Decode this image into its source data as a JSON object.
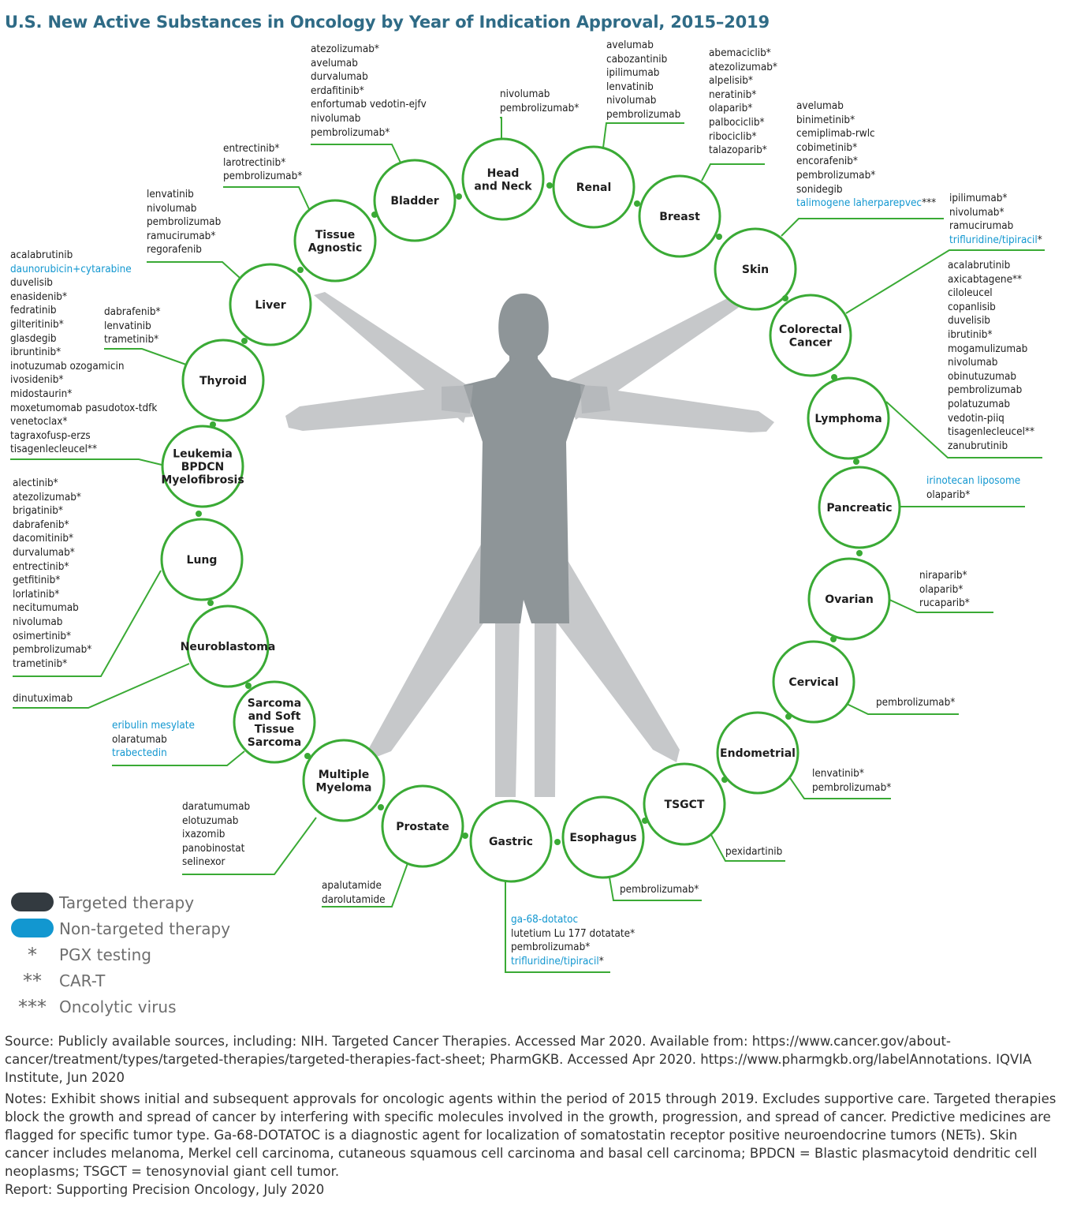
{
  "title": "U.S. New Active Substances in Oncology by Year of Indication Approval, 2015–2019",
  "colors": {
    "ring": "#3aaa35",
    "targeted": "#333a40",
    "non_targeted": "#1297d0",
    "title": "#2f6b86",
    "body_dark": "#8e9598",
    "body_light": "#c6c8ca"
  },
  "categories": [
    {
      "id": "liver",
      "name": "Liver",
      "drugs": [
        {
          "t": "lenvatinib"
        },
        {
          "t": "nivolumab"
        },
        {
          "t": "pembrolizumab"
        },
        {
          "t": "ramucirumab*"
        },
        {
          "t": "regorafenib"
        }
      ]
    },
    {
      "id": "tissue",
      "name": "Tissue\nAgnostic",
      "drugs": [
        {
          "t": "entrectinib*"
        },
        {
          "t": "larotrectinib*"
        },
        {
          "t": "pembrolizumab*"
        }
      ]
    },
    {
      "id": "bladder",
      "name": "Bladder",
      "drugs": [
        {
          "t": "atezolizumab*"
        },
        {
          "t": "avelumab"
        },
        {
          "t": "durvalumab"
        },
        {
          "t": "erdafitinib*"
        },
        {
          "t": "enfortumab vedotin-ejfv"
        },
        {
          "t": "nivolumab"
        },
        {
          "t": "pembrolizumab*"
        }
      ]
    },
    {
      "id": "headneck",
      "name": "Head\nand Neck",
      "drugs": [
        {
          "t": "nivolumab"
        },
        {
          "t": "pembrolizumab*"
        }
      ]
    },
    {
      "id": "renal",
      "name": "Renal",
      "drugs": [
        {
          "t": "avelumab"
        },
        {
          "t": "cabozantinib"
        },
        {
          "t": "ipilimumab"
        },
        {
          "t": "lenvatinib"
        },
        {
          "t": "nivolumab"
        },
        {
          "t": "pembrolizumab"
        }
      ]
    },
    {
      "id": "breast",
      "name": "Breast",
      "drugs": [
        {
          "t": "abemaciclib*"
        },
        {
          "t": "atezolizumab*"
        },
        {
          "t": "alpelisib*"
        },
        {
          "t": "neratinib*"
        },
        {
          "t": "olaparib*"
        },
        {
          "t": "palbociclib*"
        },
        {
          "t": "ribociclib*"
        },
        {
          "t": "talazoparib*"
        }
      ]
    },
    {
      "id": "skin",
      "name": "Skin",
      "drugs": [
        {
          "t": "avelumab"
        },
        {
          "t": "binimetinib*"
        },
        {
          "t": "cemiplimab-rwlc"
        },
        {
          "t": "cobimetinib*"
        },
        {
          "t": "encorafenib*"
        },
        {
          "t": "pembrolizumab*"
        },
        {
          "t": "sonidegib"
        },
        {
          "t": "talimogene laherparepvec",
          "nt": true,
          "suffix": "***"
        }
      ]
    },
    {
      "id": "colorectal",
      "name": "Colorectal\nCancer",
      "drugs": [
        {
          "t": "ipilimumab*"
        },
        {
          "t": "nivolumab*"
        },
        {
          "t": "ramucirumab"
        },
        {
          "t": "trifluridine/tipiracil",
          "nt": true,
          "suffix": "*"
        }
      ]
    },
    {
      "id": "lymphoma",
      "name": "Lymphoma",
      "drugs": [
        {
          "t": "acalabrutinib"
        },
        {
          "t": "axicabtagene**"
        },
        {
          "t": "ciloleucel"
        },
        {
          "t": "copanlisib"
        },
        {
          "t": "duvelisib"
        },
        {
          "t": "ibrutinib*"
        },
        {
          "t": "mogamulizumab"
        },
        {
          "t": "nivolumab"
        },
        {
          "t": "obinutuzumab"
        },
        {
          "t": "pembrolizumab"
        },
        {
          "t": "polatuzumab"
        },
        {
          "t": "vedotin-piiq"
        },
        {
          "t": "tisagenlecleucel**"
        },
        {
          "t": "zanubrutinib"
        }
      ]
    },
    {
      "id": "pancreatic",
      "name": "Pancreatic",
      "drugs": [
        {
          "t": "irinotecan liposome",
          "nt": true
        },
        {
          "t": "olaparib*"
        }
      ]
    },
    {
      "id": "ovarian",
      "name": "Ovarian",
      "drugs": [
        {
          "t": "niraparib*"
        },
        {
          "t": "olaparib*"
        },
        {
          "t": "rucaparib*"
        }
      ]
    },
    {
      "id": "cervical",
      "name": "Cervical",
      "drugs": [
        {
          "t": "pembrolizumab*"
        }
      ]
    },
    {
      "id": "endometrial",
      "name": "Endometrial",
      "drugs": [
        {
          "t": "lenvatinib*"
        },
        {
          "t": "pembrolizumab*"
        }
      ]
    },
    {
      "id": "tsgct",
      "name": "TSGCT",
      "drugs": [
        {
          "t": "pexidartinib"
        }
      ]
    },
    {
      "id": "esophagus",
      "name": "Esophagus",
      "drugs": [
        {
          "t": "pembrolizumab*"
        }
      ]
    },
    {
      "id": "gastric",
      "name": "Gastric",
      "drugs": [
        {
          "t": "ga-68-dotatoc",
          "nt": true
        },
        {
          "t": "lutetium Lu 177 dotatate*"
        },
        {
          "t": "pembrolizumab*"
        },
        {
          "t": "trifluridine/tipiracil",
          "nt": true,
          "suffix": "*"
        }
      ]
    },
    {
      "id": "prostate",
      "name": "Prostate",
      "drugs": [
        {
          "t": "apalutamide"
        },
        {
          "t": "darolutamide"
        }
      ]
    },
    {
      "id": "myeloma",
      "name": "Multiple\nMyeloma",
      "drugs": [
        {
          "t": "daratumumab"
        },
        {
          "t": "elotuzumab"
        },
        {
          "t": "ixazomib"
        },
        {
          "t": "panobinostat"
        },
        {
          "t": "selinexor"
        }
      ]
    },
    {
      "id": "sarcoma",
      "name": "Sarcoma\nand Soft\nTissue\nSarcoma",
      "drugs": [
        {
          "t": "eribulin mesylate",
          "nt": true
        },
        {
          "t": "olaratumab"
        },
        {
          "t": "trabectedin",
          "nt": true
        }
      ]
    },
    {
      "id": "neuro",
      "name": "Neuroblastoma",
      "drugs": [
        {
          "t": "dinutuximab"
        }
      ]
    },
    {
      "id": "lung",
      "name": "Lung",
      "drugs": [
        {
          "t": "alectinib*"
        },
        {
          "t": "atezolizumab*"
        },
        {
          "t": "brigatinib*"
        },
        {
          "t": "dabrafenib*"
        },
        {
          "t": "dacomitinib*"
        },
        {
          "t": "durvalumab*"
        },
        {
          "t": "entrectinib*"
        },
        {
          "t": "getfitinib*"
        },
        {
          "t": "lorlatinib*"
        },
        {
          "t": "necitumumab"
        },
        {
          "t": "nivolumab"
        },
        {
          "t": "osimertinib*"
        },
        {
          "t": "pembrolizumab*"
        },
        {
          "t": "trametinib*"
        }
      ]
    },
    {
      "id": "leukemia",
      "name": "Leukemia\nBPDCN\nMyelofibrosis",
      "drugs": [
        {
          "t": "acalabrutinib"
        },
        {
          "t": "daunorubicin+cytarabine",
          "nt": true
        },
        {
          "t": "duvelisib"
        },
        {
          "t": "enasidenib*"
        },
        {
          "t": "fedratinib"
        },
        {
          "t": "gilteritinib*"
        },
        {
          "t": "glasdegib"
        },
        {
          "t": "ibruntinib*"
        },
        {
          "t": "inotuzumab ozogamicin"
        },
        {
          "t": "ivosidenib*"
        },
        {
          "t": "midostaurin*"
        },
        {
          "t": "moxetumomab pasudotox-tdfk"
        },
        {
          "t": "venetoclax*"
        },
        {
          "t": "tagraxofusp-erzs"
        },
        {
          "t": "tisagenlecleucel**"
        }
      ]
    },
    {
      "id": "thyroid",
      "name": "Thyroid",
      "drugs": [
        {
          "t": "dabrafenib*"
        },
        {
          "t": "lenvatinib"
        },
        {
          "t": "trametinib*"
        }
      ]
    }
  ],
  "legend": [
    {
      "kind": "pill",
      "color": "#333a40",
      "label": "Targeted therapy"
    },
    {
      "kind": "pill",
      "color": "#1297d0",
      "label": "Non-targeted therapy"
    },
    {
      "kind": "symbol",
      "symbol": "*",
      "label": "PGX testing"
    },
    {
      "kind": "symbol",
      "symbol": "**",
      "label": "CAR-T"
    },
    {
      "kind": "symbol",
      "symbol": "***",
      "label": "Oncolytic virus"
    }
  ],
  "footer": {
    "source": "Source: Publicly available sources, including: NIH. Targeted Cancer Therapies. Accessed Mar 2020. Available from: https://www.cancer.gov/about-cancer/treatment/types/targeted-therapies/targeted-therapies-fact-sheet; PharmGKB. Accessed Apr 2020. https://www.pharmgkb.org/labelAnnotations. IQVIA Institute, Jun 2020",
    "notes": "Notes: Exhibit shows initial and subsequent approvals for oncologic agents within the period of 2015 through 2019.  Excludes supportive care. Targeted therapies block the growth and spread of cancer by interfering with specific molecules involved in the growth, progression, and spread of cancer. Predictive medicines are flagged for specific tumor type. Ga-68-DOTATOC is a diagnostic agent for localization of somatostatin receptor positive neuroendocrine tumors (NETs). Skin cancer includes melanoma, Merkel cell carcinoma, cutaneous squamous cell carcinoma and basal cell carcinoma; BPDCN = Blastic plasmacytoid dendritic cell neoplasms; TSGCT = tenosynovial giant cell tumor.",
    "report": "Report: Supporting Precision Oncology, July 2020"
  }
}
